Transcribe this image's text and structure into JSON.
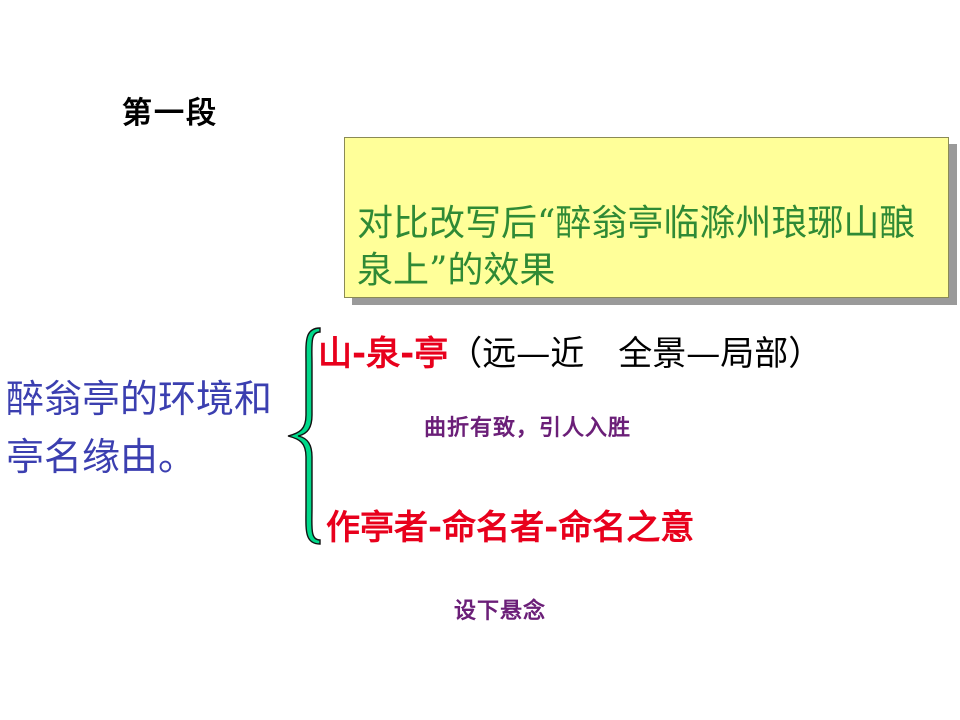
{
  "section_title": "第一段",
  "callout": {
    "text": "对比改写后“醉翁亭临滁州琅琊山酿泉上”的效果",
    "background_color": "#ffff99",
    "text_color": "#2f8a35"
  },
  "left_heading": "醉翁亭的环境和亭名缘由。",
  "brace": {
    "color": "#00d98a",
    "icon": "curly-brace-icon"
  },
  "structure": {
    "sequence": "山-泉-亭",
    "note": "（远—近　全景—局部）"
  },
  "note_1": "曲折有致，引人入胜",
  "naming_sequence": "作亭者-命名者-命名之意",
  "note_2": "设下悬念",
  "colors": {
    "red": "#e8001c",
    "purple": "#6b1f78",
    "blue": "#3b3fb0"
  }
}
